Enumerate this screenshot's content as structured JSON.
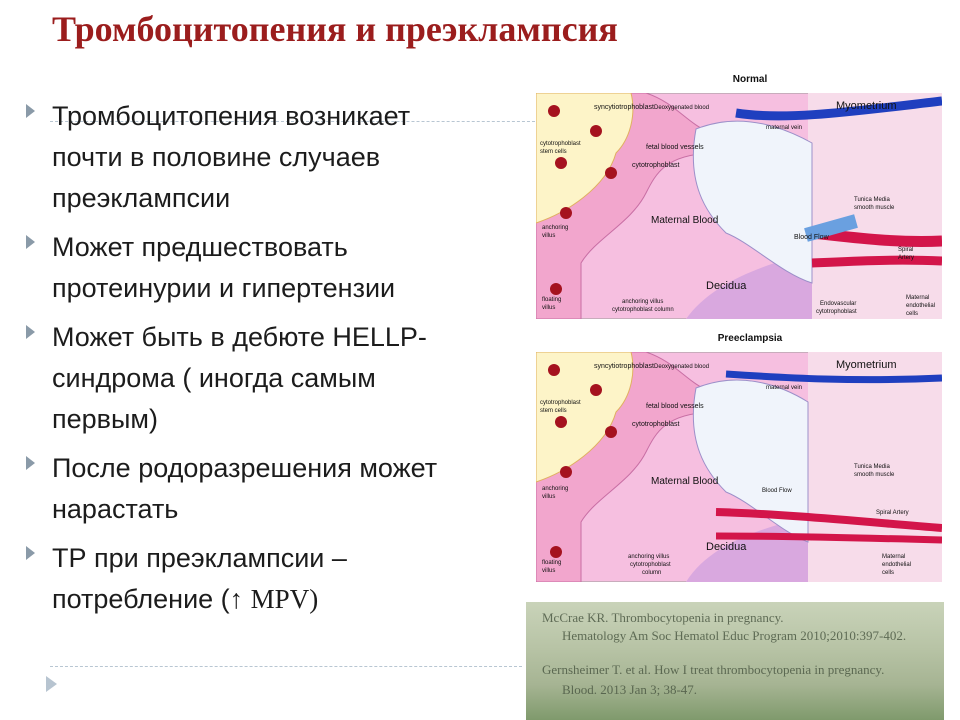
{
  "slide": {
    "title": "Тромбоцитопения и преэклампсия",
    "bullets": [
      {
        "lines": [
          "Тромбоцитопения возникает",
          "почти в половине случаев",
          "преэклампсии"
        ]
      },
      {
        "lines": [
          "Может предшествовать",
          "протеинурии и гипертензии"
        ]
      },
      {
        "lines": [
          "Может быть в дебюте HELLP-",
          "синдрома ( иногда самым",
          "первым)"
        ]
      },
      {
        "lines": [
          "После родоразрешения может",
          "нарастать"
        ]
      },
      {
        "lines": [
          "ТР при преэклампсии –"
        ],
        "line2_prefix": "потребление (↑ ",
        "line2_serif": "MPV)"
      }
    ]
  },
  "figure": {
    "normal": {
      "heading": "Normal",
      "labels": {
        "syncytiotrophoblast": "syncytiotrophoblast",
        "deoxygenated_blood": "Deoxygenated blood",
        "myometrium": "Myometrium",
        "maternal_vein": "maternal vein",
        "cytotrophoblast_stem_1": "cytotrophoblast",
        "cytotrophoblast_stem_2": "stem cells",
        "fetal_blood_vessels": "fetal blood vessels",
        "cytotrophoblast": "cytotrophoblast",
        "maternal_blood": "Maternal Blood",
        "blood_flow": "Blood Flow",
        "tunica_media_1": "Tunica Media",
        "tunica_media_2": "smooth muscle",
        "anchoring_villus_1": "anchoring",
        "anchoring_villus_2": "villus",
        "spiral_artery_1": "Spiral",
        "spiral_artery_2": "Artery",
        "decidua": "Decidua",
        "floating_villus_1": "floating",
        "floating_villus_2": "villus",
        "column_1": "anchoring villus",
        "column_2": "cytotrophoblast column",
        "endovascular_1": "Endovascular",
        "endovascular_2": "cytotrophoblast",
        "endothelial_1": "Maternal",
        "endothelial_2": "endothelial",
        "endothelial_3": "cells"
      }
    },
    "preeclampsia": {
      "heading": "Preeclampsia",
      "labels": {
        "syncytiotrophoblast": "syncytiotrophoblast",
        "deoxygenated_blood": "Deoxygenated blood",
        "myometrium": "Myometrium",
        "maternal_vein": "maternal vein",
        "cytotrophoblast_stem_1": "cytotrophoblast",
        "cytotrophoblast_stem_2": "stem cells",
        "fetal_blood_vessels": "fetal blood vessels",
        "cytotrophoblast": "cytotrophoblast",
        "maternal_blood": "Maternal Blood",
        "blood_flow": "Blood Flow",
        "tunica_media_1": "Tunica Media",
        "tunica_media_2": "smooth muscle",
        "anchoring_villus_1": "anchoring",
        "anchoring_villus_2": "villus",
        "spiral_artery": "Spiral Artery",
        "decidua": "Decidua",
        "floating_villus_1": "floating",
        "floating_villus_2": "villus",
        "column_1": "anchoring villus",
        "column_2": "cytotrophoblast",
        "column_3": "column",
        "endothelial_1": "Maternal",
        "endothelial_2": "endothelial",
        "endothelial_3": "cells"
      }
    }
  },
  "references": [
    "McCrae KR. Thrombocytopenia in pregnancy.",
    "Hematology Am Soc Hematol Educ Program 2010;2010:397-402.",
    "Gernsheimer T. et al. How I treat thrombocytopenia in pregnancy.",
    "Blood. 2013 Jan 3; 38-47."
  ],
  "colors": {
    "title": "#9b1d1d",
    "villus_pink": "#f2a6cd",
    "maternal_blood": "#f6bfe0",
    "decidua": "#d9a8df",
    "myometrium": "#f7dcea",
    "artery_red": "#d3154a",
    "vein_blue": "#1f3fbf",
    "rbc": "#a5121f",
    "stem_bg": "#fdf4c8"
  }
}
